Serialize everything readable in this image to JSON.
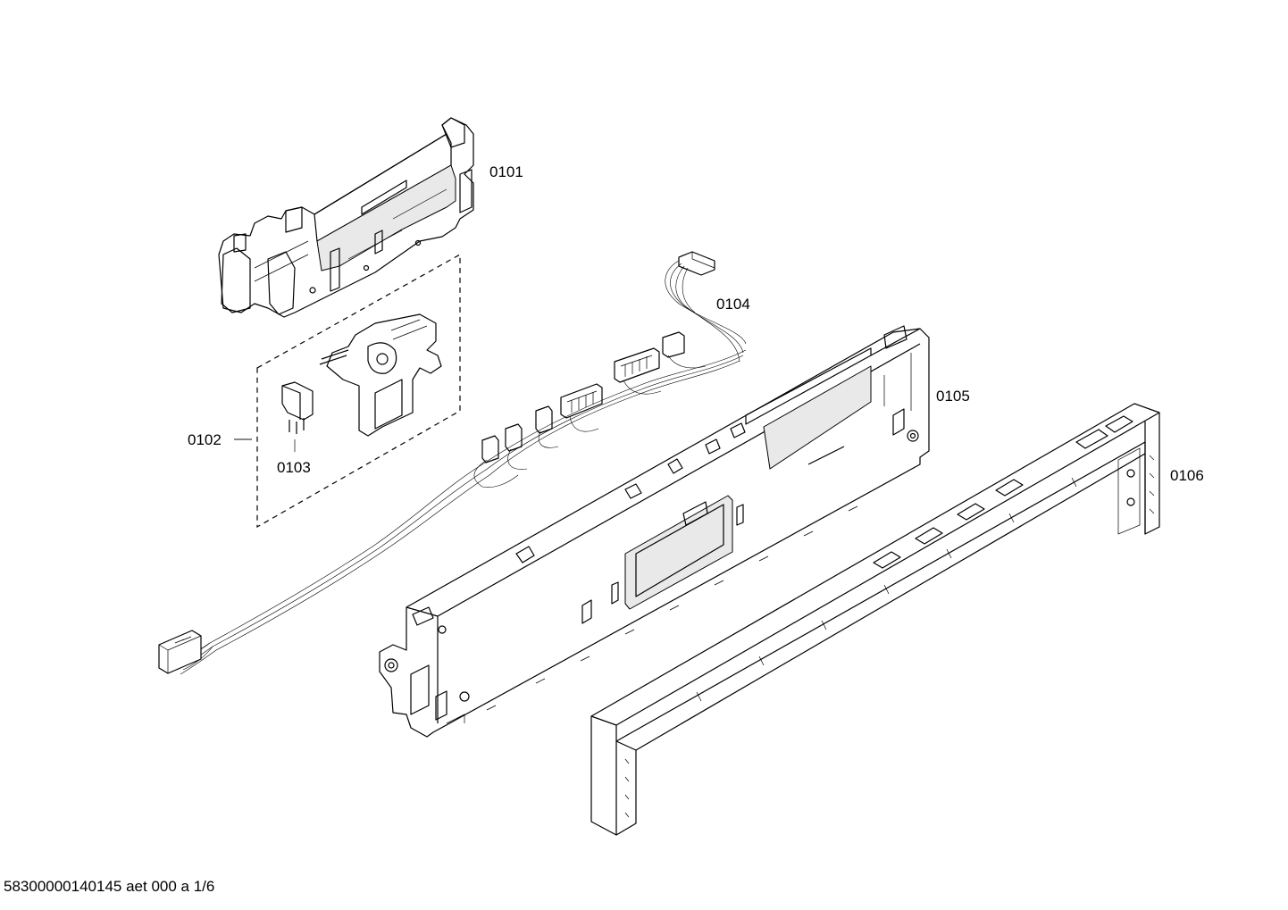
{
  "parts": {
    "p0101": "0101",
    "p0102": "0102",
    "p0103": "0103",
    "p0104": "0104",
    "p0105": "0105",
    "p0106": "0106"
  },
  "footer": {
    "doc_ref": "58300000140145 aet 000 a 1/6"
  }
}
